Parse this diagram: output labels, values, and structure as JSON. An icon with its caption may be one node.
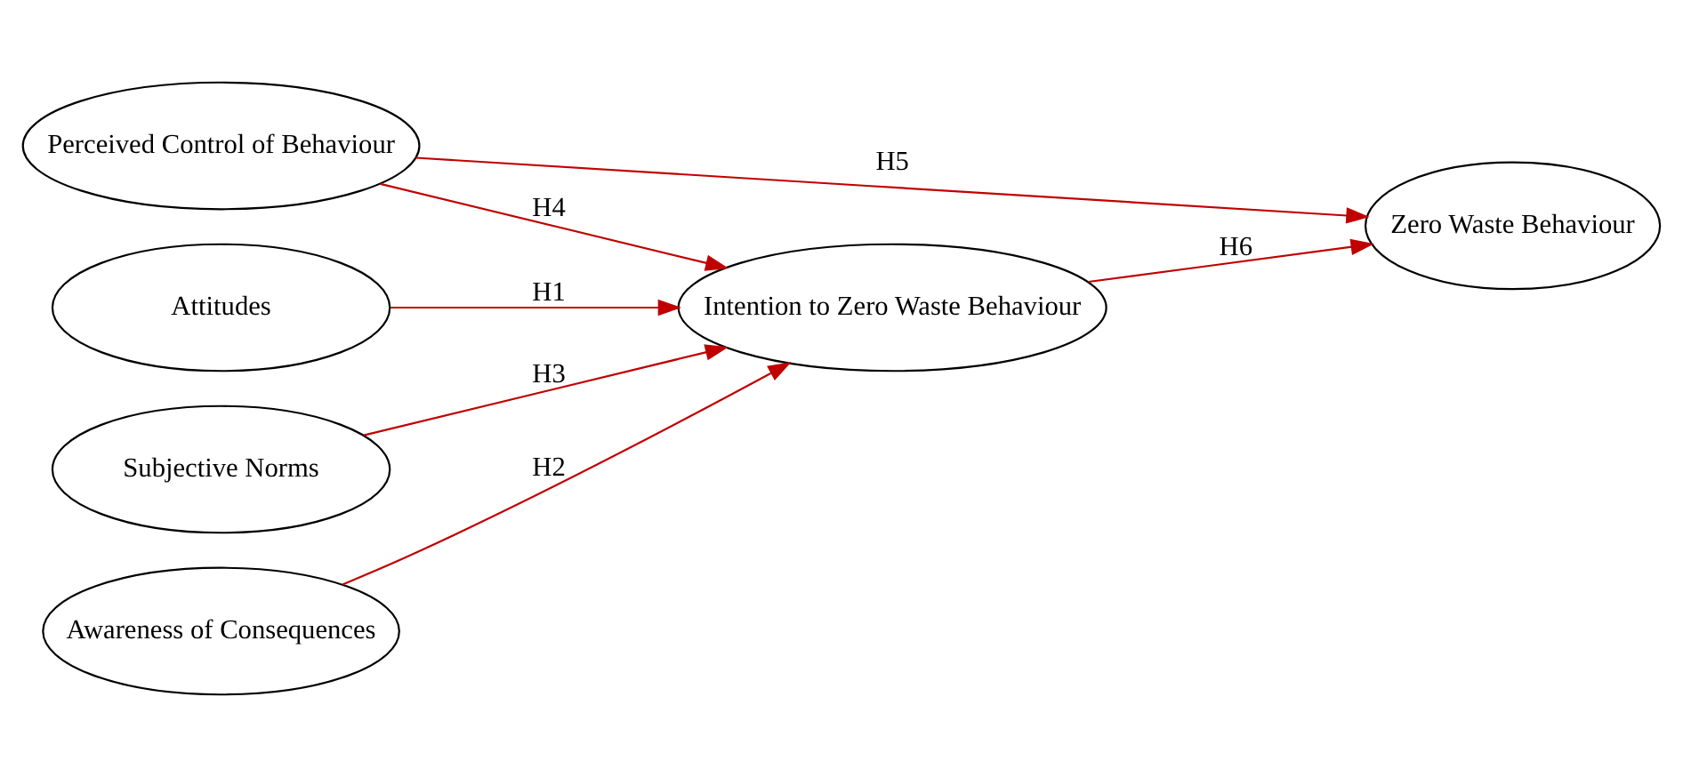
{
  "diagram": {
    "nodes": [
      {
        "text": [
          "Attitudes"
        ]
      },
      {
        "text": [
          "Awareness of Consequences"
        ]
      },
      {
        "text": [
          "Subjective Norms"
        ]
      },
      {
        "text": [
          "Perceived Control of Behaviour"
        ]
      },
      {
        "text": [
          "Intention to Zero Waste Behaviour"
        ]
      },
      {
        "text": [
          "Zero Waste Behaviour"
        ]
      }
    ],
    "edges": [
      {
        "from": 0,
        "to": 4,
        "arrow": "to",
        "label": "H1"
      },
      {
        "from": 1,
        "to": 4,
        "arrow": "to",
        "label": "H2"
      },
      {
        "from": 2,
        "to": 4,
        "arrow": "to",
        "label": "H3"
      },
      {
        "from": 3,
        "to": 4,
        "arrow": "to",
        "label": "H4"
      },
      {
        "from": 3,
        "to": 5,
        "arrow": "to",
        "label": "H5"
      },
      {
        "from": 4,
        "to": 5,
        "arrow": "to",
        "label": "H6"
      }
    ]
  }
}
